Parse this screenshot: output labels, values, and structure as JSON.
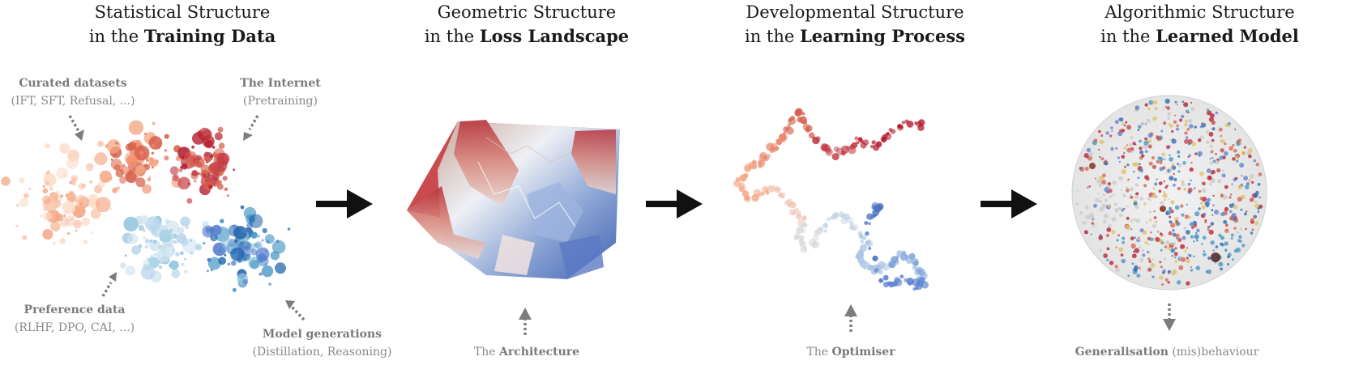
{
  "panels": [
    {
      "title_line1": "Statistical Structure",
      "title_prefix": "in the ",
      "title_bold": "Training Data"
    },
    {
      "title_line1": "Geometric Structure",
      "title_prefix": "in the ",
      "title_bold": "Loss Landscape"
    },
    {
      "title_line1": "Developmental Structure",
      "title_prefix": "in the ",
      "title_bold": "Learning Process"
    },
    {
      "title_line1": "Algorithmic Structure",
      "title_prefix": "in the ",
      "title_bold": "Learned Model"
    }
  ],
  "data_labels": {
    "curated": {
      "name": "Curated datasets",
      "detail": "(IFT, SFT, Refusal, ...)"
    },
    "internet": {
      "name": "The Internet",
      "detail": "(Pretraining)"
    },
    "preference": {
      "name": "Preference data",
      "detail": "(RLHF, DPO, CAI, ...)"
    },
    "generations": {
      "name": "Model generations",
      "detail": "(Distillation, Reasoning)"
    }
  },
  "inputs": {
    "architecture": {
      "prefix": "The ",
      "bold": "Architecture"
    },
    "optimiser": {
      "prefix": "The ",
      "bold": "Optimiser"
    },
    "generalisation": {
      "bold": "Generalisation",
      "suffix": " (mis)behaviour"
    }
  },
  "colors": {
    "dark_red": "#b2182b",
    "red": "#d6604d",
    "salmon": "#f4a582",
    "peach": "#fddbc7",
    "light_blue": "#d1e5f0",
    "sky": "#92c5de",
    "blue": "#4393c3",
    "dark_blue": "#2166ac",
    "arrow": "#111111",
    "label_grey": "#888888"
  }
}
